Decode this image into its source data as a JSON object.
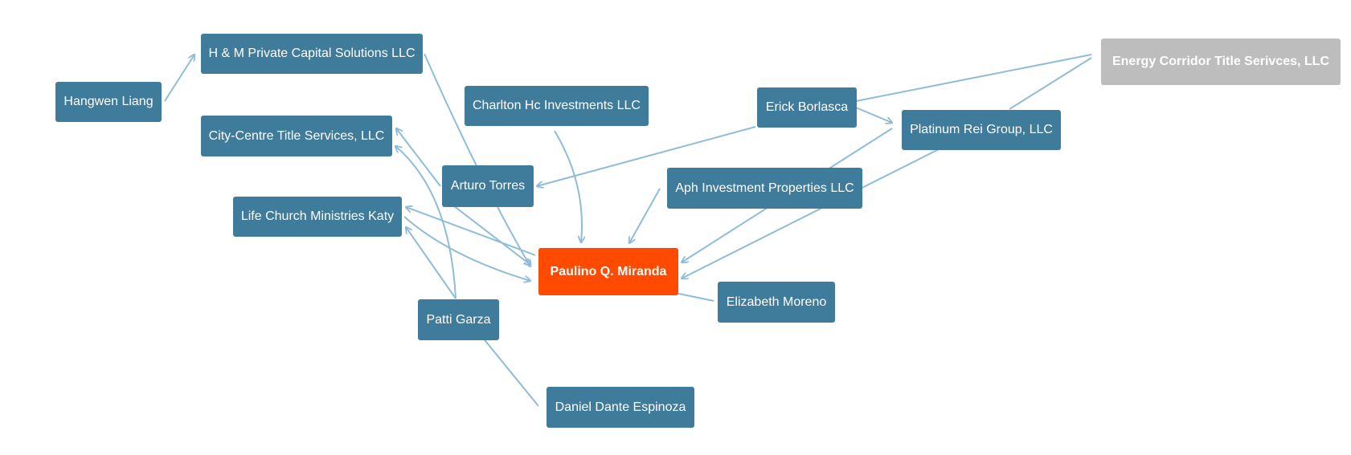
{
  "colors": {
    "node": "#3f7b9b",
    "focus_node": "#ff4a00",
    "muted_node": "#bdbdbd",
    "edge": "#8fbcd9"
  },
  "nodes": {
    "hangwen_liang": "Hangwen Liang",
    "hm_private_capital": "H & M Private Capital Solutions LLC",
    "city_centre_title": "City-Centre Title Services, LLC",
    "life_church": "Life Church Ministries Katy",
    "charlton_hc": "Charlton Hc Investments LLC",
    "arturo_torres": "Arturo Torres",
    "erick_borlasca": "Erick Borlasca",
    "platinum_rei": "Platinum Rei Group, LLC",
    "energy_corridor": "Energy Corridor Title Serivces, LLC",
    "aph_investment": "Aph Investment Properties LLC",
    "paulino_miranda": "Paulino Q. Miranda",
    "elizabeth_moreno": "Elizabeth Moreno",
    "patti_garza": "Patti Garza",
    "daniel_espinoza": "Daniel Dante Espinoza"
  }
}
